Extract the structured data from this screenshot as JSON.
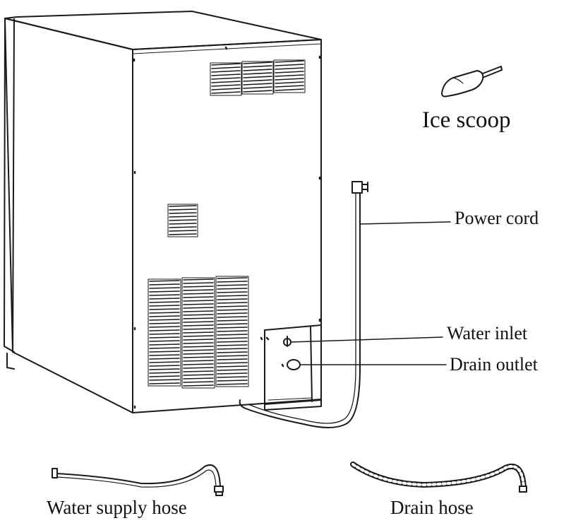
{
  "labels": {
    "ice_scoop": "Ice scoop",
    "power_cord": "Power cord",
    "water_inlet": "Water inlet",
    "drain_outlet": "Drain outlet",
    "water_supply_hose": "Water supply hose",
    "drain_hose": "Drain hose"
  },
  "colors": {
    "line": "#1a1a1a",
    "background": "#ffffff"
  }
}
